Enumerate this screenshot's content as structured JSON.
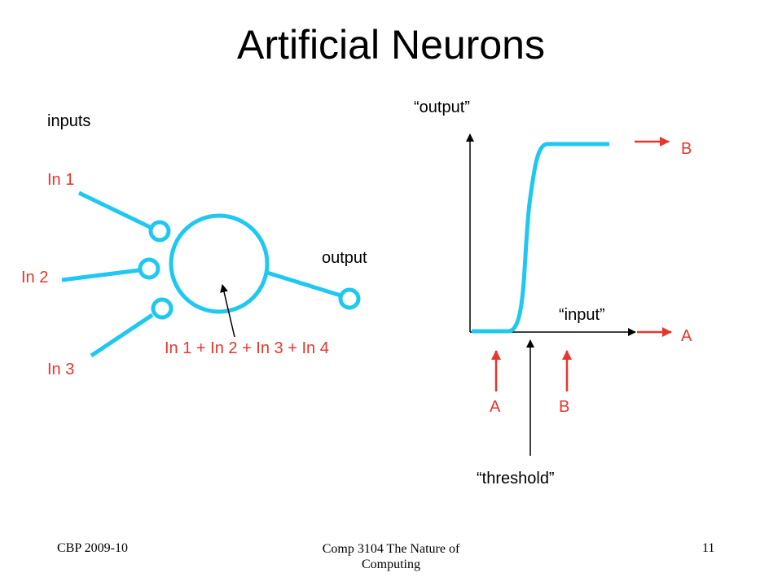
{
  "slide": {
    "title": "Artificial Neurons"
  },
  "neuron": {
    "inputs_label": "inputs",
    "in1": "In 1",
    "in2": "In 2",
    "in3": "In 3",
    "output_label": "output",
    "sum_label": "In 1 + In 2 + In 3 + In 4"
  },
  "graph": {
    "y_label": "“output”",
    "x_label": "“input”",
    "level_b": "B",
    "level_a": "A",
    "input_a": "A",
    "input_b": "B",
    "threshold_label": "“threshold”"
  },
  "footer": {
    "left": "CBP 2009-10",
    "center_line1": "Comp 3104 The Nature of",
    "center_line2": "Computing",
    "page": "11"
  },
  "colors": {
    "cyan": "#1ec8f0",
    "red": "#e8352e",
    "black": "#000000"
  }
}
